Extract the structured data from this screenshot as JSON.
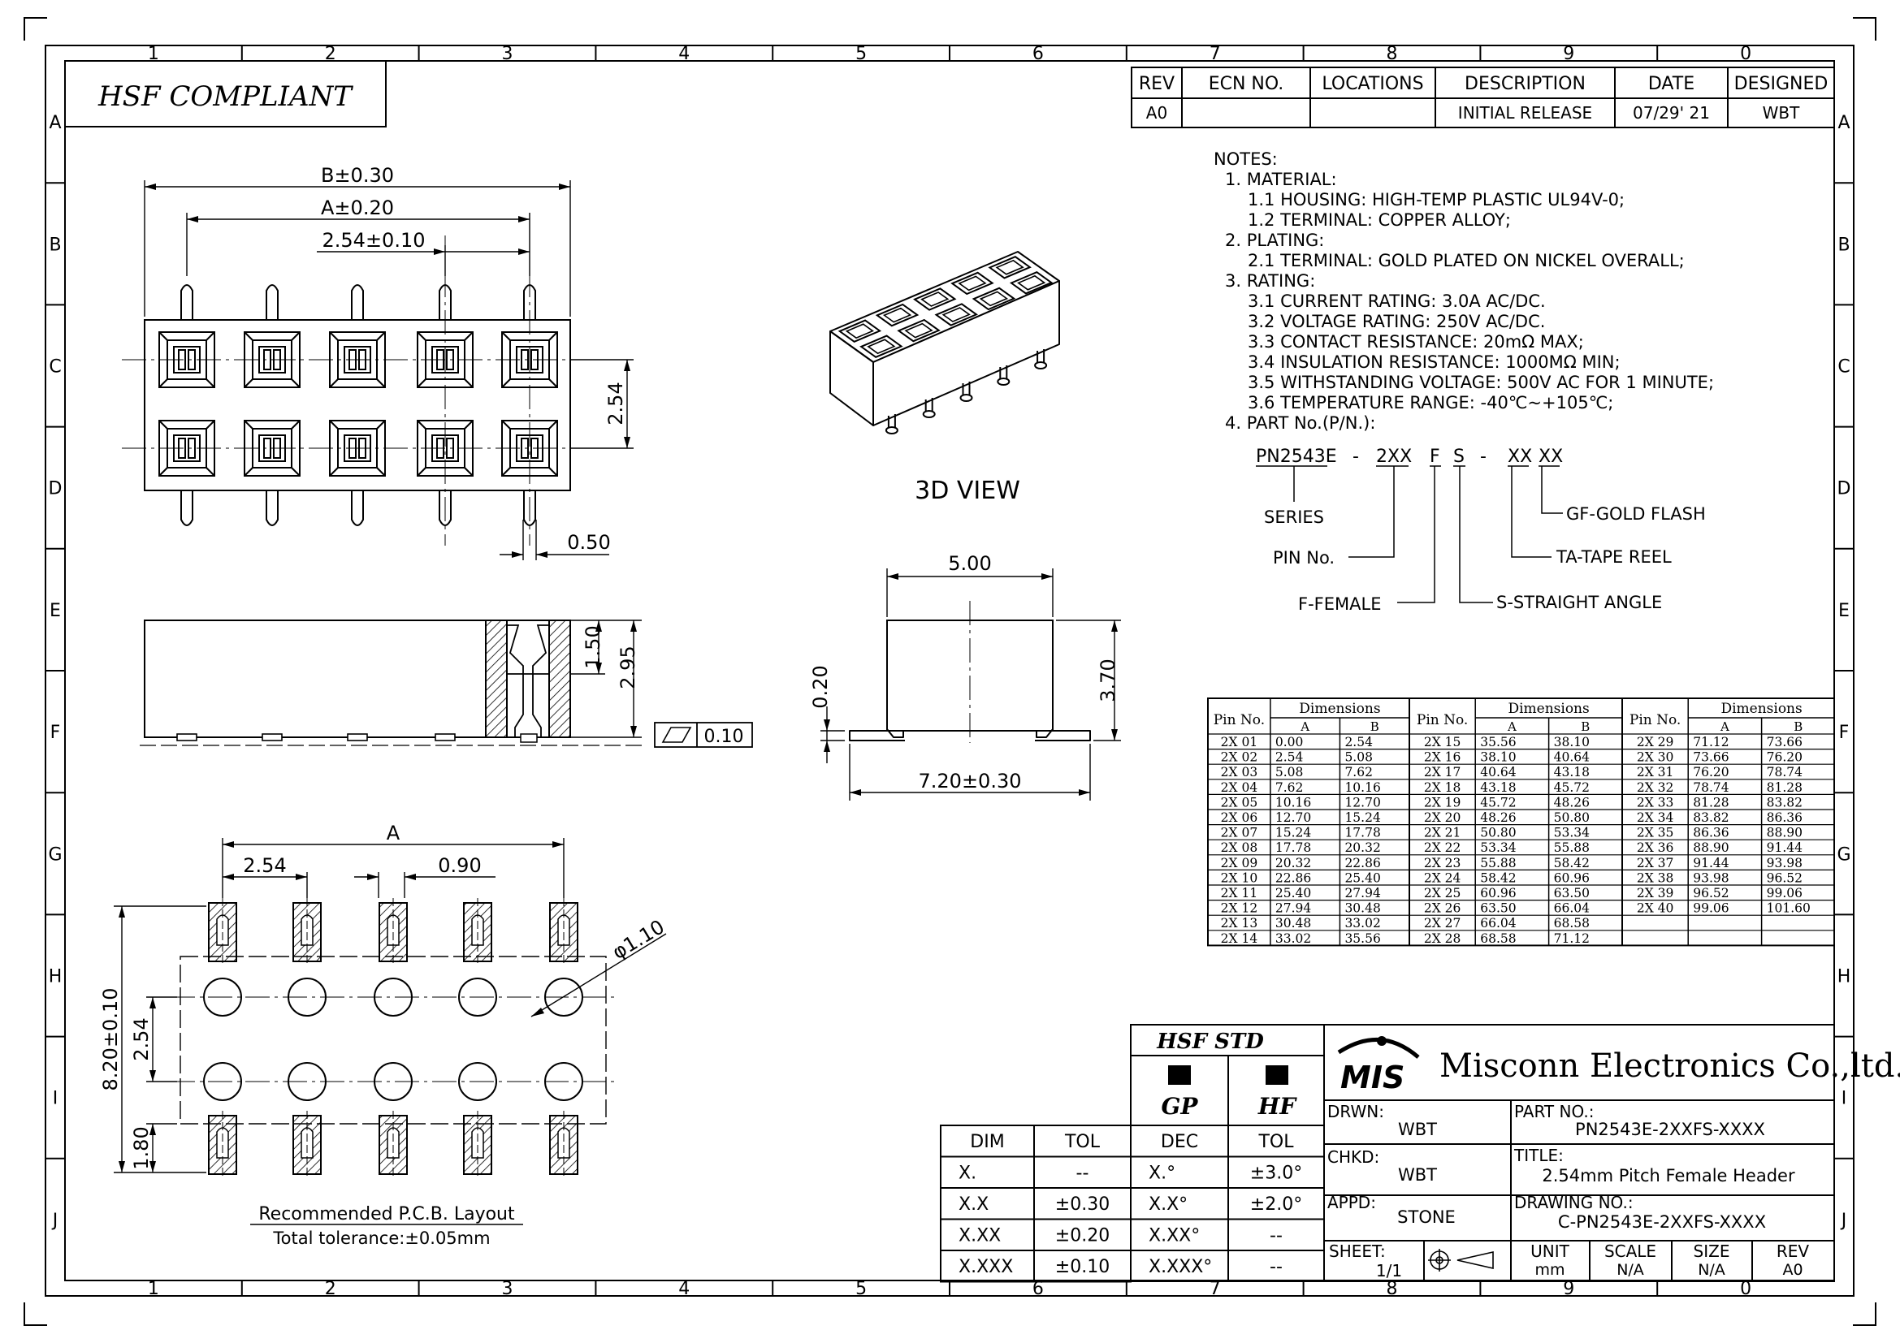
{
  "compliance_label": "HSF COMPLIANT",
  "grid": {
    "columns": [
      "1",
      "2",
      "3",
      "4",
      "5",
      "6",
      "7",
      "8",
      "9",
      "0"
    ],
    "rows": [
      "A",
      "B",
      "C",
      "D",
      "E",
      "F",
      "G",
      "H",
      "I",
      "J"
    ]
  },
  "revision_table": {
    "headers": [
      "REV",
      "ECN NO.",
      "LOCATIONS",
      "DESCRIPTION",
      "DATE",
      "DESIGNED"
    ],
    "rows": [
      [
        "A0",
        "",
        "",
        "INITIAL RELEASE",
        "07/29' 21",
        "WBT"
      ]
    ]
  },
  "notes": {
    "lines": [
      "NOTES:",
      "1. MATERIAL:",
      "1.1 HOUSING: HIGH-TEMP PLASTIC UL94V-0;",
      "1.2 TERMINAL: COPPER ALLOY;",
      "2. PLATING:",
      "2.1 TERMINAL: GOLD PLATED ON NICKEL OVERALL;",
      "3. RATING:",
      "3.1 CURRENT RATING: 3.0A AC/DC.",
      "3.2 VOLTAGE RATING: 250V AC/DC.",
      "3.3 CONTACT RESISTANCE: 20mΩ MAX;",
      "3.4 INSULATION RESISTANCE: 1000MΩ MIN;",
      "3.5 WITHSTANDING VOLTAGE: 500V AC FOR 1 MINUTE;",
      "3.6 TEMPERATURE RANGE: -40℃~+105℃;",
      "4. PART No.(P/N.):"
    ]
  },
  "part_number_code": {
    "segments": [
      "PN2543E",
      "-",
      "2XX",
      "F",
      "S",
      "-",
      "XX",
      "XX"
    ],
    "legend": {
      "series": "SERIES",
      "pin_no": "PIN No.",
      "female": "F-FEMALE",
      "straight": "S-STRAIGHT ANGLE",
      "tape_reel": "TA-TAPE REEL",
      "gold_flash": "GF-GOLD FLASH"
    }
  },
  "views": {
    "three_d_label": "3D VIEW",
    "pcb_title": "Recommended P.C.B. Layout",
    "pcb_tolerance": "Total tolerance:±0.05mm"
  },
  "dimensions": {
    "b": "B±0.30",
    "a": "A±0.20",
    "pitch_tol": "2.54±0.10",
    "row_pitch": "2.54",
    "pin_width": "0.50",
    "d150": "1.50",
    "d295": "2.95",
    "flatness": "0.10",
    "d500": "5.00",
    "d370": "3.70",
    "d020": "0.20",
    "d720": "7.20±0.30",
    "pcb_a": "A",
    "pcb_pitch": "2.54",
    "pcb_pad": "0.90",
    "pcb_hole": "φ1.10",
    "pcb_820": "8.20±0.10",
    "pcb_row": "2.54",
    "pcb_180": "1.80"
  },
  "dimension_table": {
    "col_pin": "Pin No.",
    "col_dim": "Dimensions",
    "col_a": "A",
    "col_b": "B",
    "groups": [
      [
        [
          "2X 01",
          "0.00",
          "2.54"
        ],
        [
          "2X 02",
          "2.54",
          "5.08"
        ],
        [
          "2X 03",
          "5.08",
          "7.62"
        ],
        [
          "2X 04",
          "7.62",
          "10.16"
        ],
        [
          "2X 05",
          "10.16",
          "12.70"
        ],
        [
          "2X 06",
          "12.70",
          "15.24"
        ],
        [
          "2X 07",
          "15.24",
          "17.78"
        ],
        [
          "2X 08",
          "17.78",
          "20.32"
        ],
        [
          "2X 09",
          "20.32",
          "22.86"
        ],
        [
          "2X 10",
          "22.86",
          "25.40"
        ],
        [
          "2X 11",
          "25.40",
          "27.94"
        ],
        [
          "2X 12",
          "27.94",
          "30.48"
        ],
        [
          "2X 13",
          "30.48",
          "33.02"
        ],
        [
          "2X 14",
          "33.02",
          "35.56"
        ]
      ],
      [
        [
          "2X 15",
          "35.56",
          "38.10"
        ],
        [
          "2X 16",
          "38.10",
          "40.64"
        ],
        [
          "2X 17",
          "40.64",
          "43.18"
        ],
        [
          "2X 18",
          "43.18",
          "45.72"
        ],
        [
          "2X 19",
          "45.72",
          "48.26"
        ],
        [
          "2X 20",
          "48.26",
          "50.80"
        ],
        [
          "2X 21",
          "50.80",
          "53.34"
        ],
        [
          "2X 22",
          "53.34",
          "55.88"
        ],
        [
          "2X 23",
          "55.88",
          "58.42"
        ],
        [
          "2X 24",
          "58.42",
          "60.96"
        ],
        [
          "2X 25",
          "60.96",
          "63.50"
        ],
        [
          "2X 26",
          "63.50",
          "66.04"
        ],
        [
          "2X 27",
          "66.04",
          "68.58"
        ],
        [
          "2X 28",
          "68.58",
          "71.12"
        ]
      ],
      [
        [
          "2X 29",
          "71.12",
          "73.66"
        ],
        [
          "2X 30",
          "73.66",
          "76.20"
        ],
        [
          "2X 31",
          "76.20",
          "78.74"
        ],
        [
          "2X 32",
          "78.74",
          "81.28"
        ],
        [
          "2X 33",
          "81.28",
          "83.82"
        ],
        [
          "2X 34",
          "83.82",
          "86.36"
        ],
        [
          "2X 35",
          "86.36",
          "88.90"
        ],
        [
          "2X 36",
          "88.90",
          "91.44"
        ],
        [
          "2X 37",
          "91.44",
          "93.98"
        ],
        [
          "2X 38",
          "93.98",
          "96.52"
        ],
        [
          "2X 39",
          "96.52",
          "99.06"
        ],
        [
          "2X 40",
          "99.06",
          "101.60"
        ],
        [
          "",
          "",
          " "
        ],
        [
          "",
          "",
          " "
        ]
      ]
    ]
  },
  "tolerance_table": {
    "headers": [
      "DIM",
      "TOL"
    ],
    "rows": [
      [
        "X.",
        "--"
      ],
      [
        "X.X",
        "±0.30"
      ],
      [
        "X.XX",
        "±0.20"
      ],
      [
        "X.XXX",
        "±0.10"
      ]
    ]
  },
  "hsf_std": {
    "title": "HSF STD",
    "gp": "GP",
    "hf": "HF",
    "headers": [
      "DEC",
      "TOL"
    ],
    "rows": [
      [
        "X.°",
        "±3.0°"
      ],
      [
        "X.X°",
        "±2.0°"
      ],
      [
        "X.XX°",
        "--"
      ],
      [
        "X.XXX°",
        "--"
      ]
    ]
  },
  "title_block": {
    "logo": "MIS",
    "company": "Misconn Electronics Co.,ltd.",
    "drwn_label": "DRWN:",
    "drwn": "WBT",
    "chkd_label": "CHKD:",
    "chkd": "WBT",
    "appd_label": "APPD:",
    "appd": "STONE",
    "sheet_label": "SHEET:",
    "sheet": "1/1",
    "part_no_label": "PART NO.:",
    "part_no": "PN2543E-2XXFS-XXXX",
    "title_label": "TITLE:",
    "title": "2.54mm Pitch Female Header",
    "drawing_no_label": "DRAWING NO.:",
    "drawing_no": "C-PN2543E-2XXFS-XXXX",
    "unit_label": "UNIT",
    "unit": "mm",
    "scale_label": "SCALE",
    "scale": "N/A",
    "size_label": "SIZE",
    "size": "N/A",
    "rev_label": "REV",
    "rev": "A0"
  }
}
